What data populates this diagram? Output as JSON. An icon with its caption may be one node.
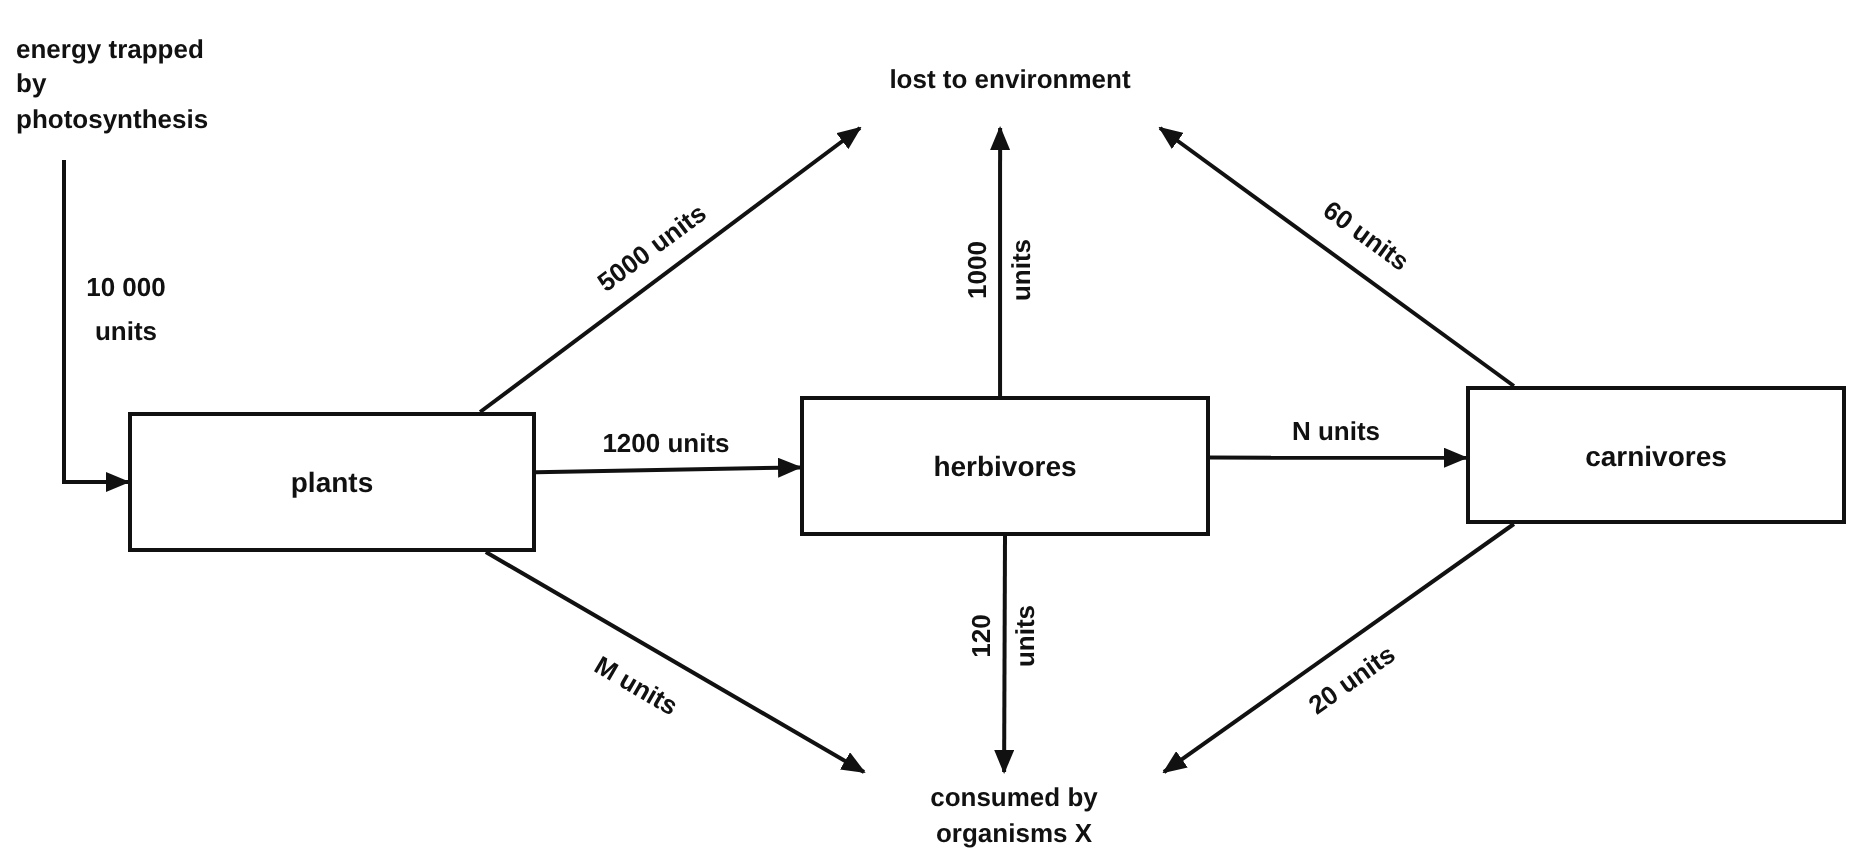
{
  "diagram": {
    "nodes": [
      {
        "text": [
          "energy trapped by photosynthesis"
        ]
      },
      {
        "text": [
          "plants"
        ]
      },
      {
        "text": [
          "herbivores"
        ]
      },
      {
        "text": [
          "carnivores"
        ]
      },
      {
        "text": [
          "lost to environment"
        ]
      },
      {
        "text": [
          "consumed by organisms X"
        ]
      }
    ],
    "edges": [
      {
        "from": 0,
        "to": 1,
        "arrow": "to",
        "label": "10 000 units"
      },
      {
        "from": 1,
        "to": 4,
        "arrow": "to",
        "label": "5000 units"
      },
      {
        "from": 1,
        "to": 2,
        "arrow": "to",
        "label": "1200 units"
      },
      {
        "from": 1,
        "to": 5,
        "arrow": "to",
        "label": "M units"
      },
      {
        "from": 2,
        "to": 4,
        "arrow": "to",
        "label": "1000 units"
      },
      {
        "from": 2,
        "to": 5,
        "arrow": "to",
        "label": "120 units"
      },
      {
        "from": 2,
        "to": 3,
        "arrow": "to",
        "label": "N units"
      },
      {
        "from": 3,
        "to": 4,
        "arrow": "to",
        "label": "60 units"
      },
      {
        "from": 3,
        "to": 5,
        "arrow": "to",
        "label": "20 units"
      }
    ]
  }
}
